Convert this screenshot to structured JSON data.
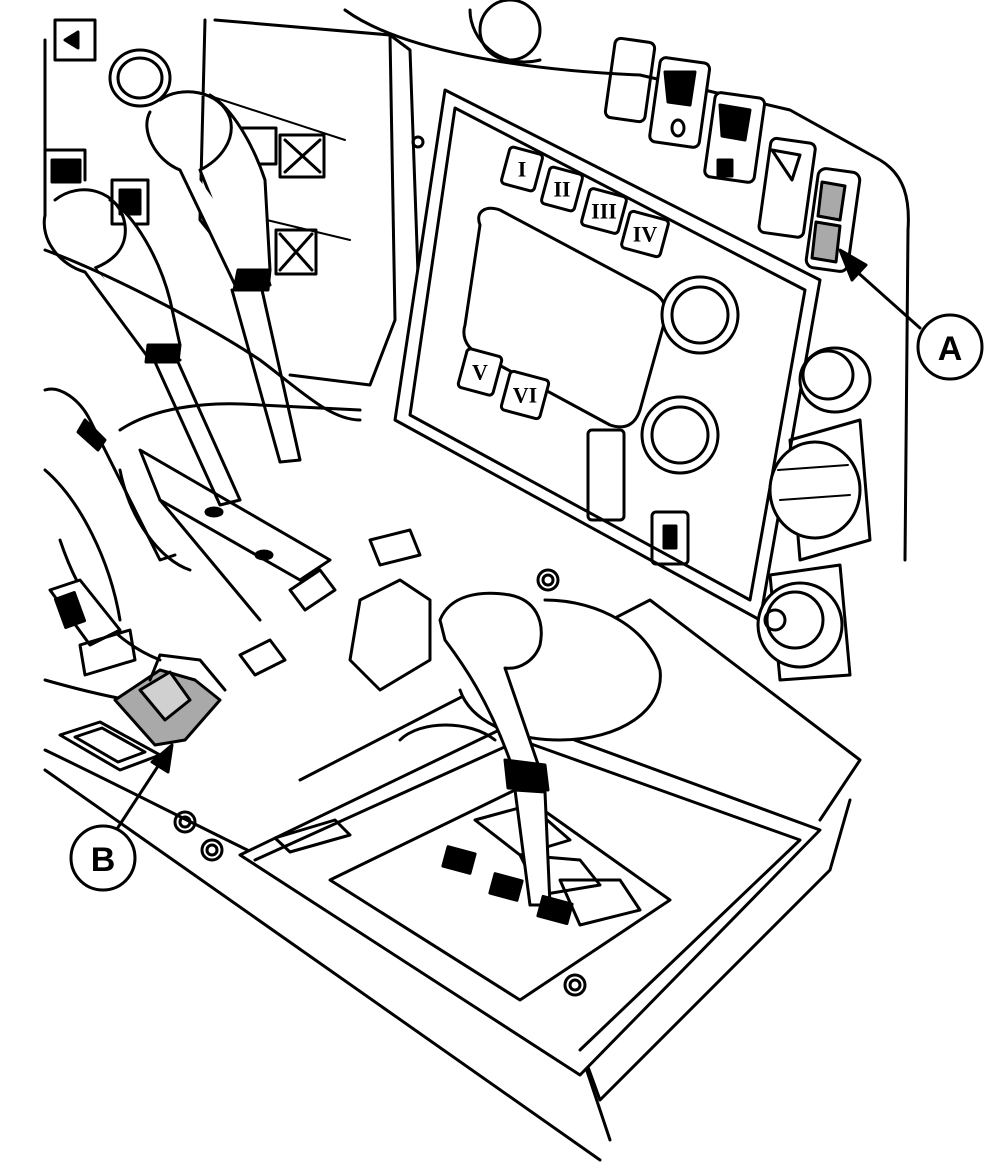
{
  "callouts": [
    {
      "id": "A",
      "label": "A"
    },
    {
      "id": "B",
      "label": "B"
    }
  ],
  "panel_buttons": [
    "I",
    "II",
    "III",
    "IV",
    "V",
    "VI"
  ],
  "colors": {
    "line": "#000000",
    "highlight": "#a9a9a9",
    "background": "#ffffff"
  }
}
